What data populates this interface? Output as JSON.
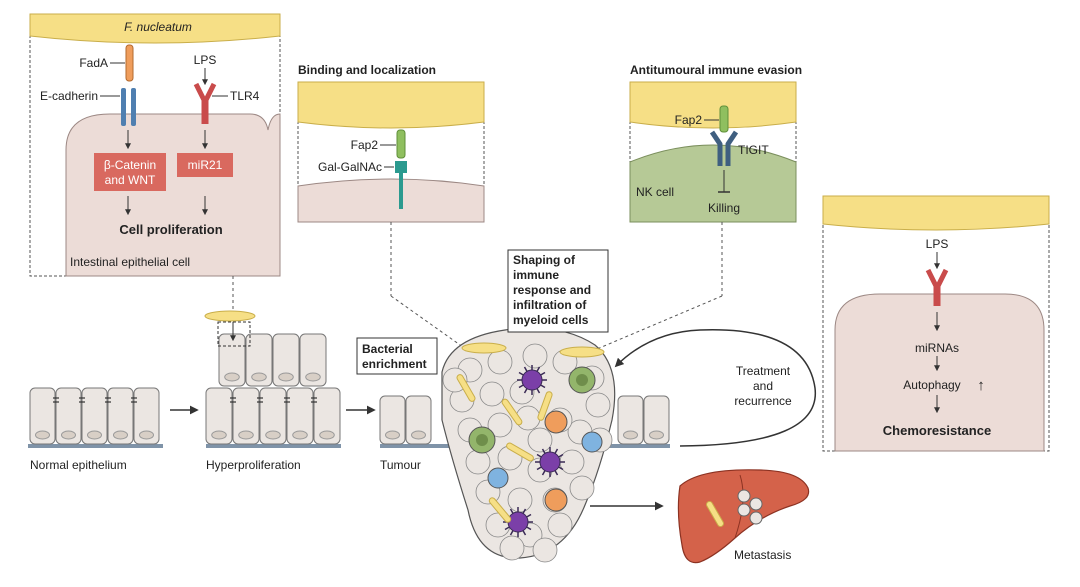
{
  "panel_proliferation": {
    "bacterium": "F. nucleatum",
    "fada": "FadA",
    "lps": "LPS",
    "ecadherin": "E-cadherin",
    "tlr4": "TLR4",
    "catenin_line1": "β-Catenin",
    "catenin_line2": "and WNT",
    "mir21": "miR21",
    "outcome": "Cell proliferation",
    "cell_label": "Intestinal epithelial cell"
  },
  "panel_binding": {
    "title": "Binding and localization",
    "fap2": "Fap2",
    "galgalnac": "Gal-GalNAc"
  },
  "panel_immune": {
    "title": "Antitumoural immune evasion",
    "fap2": "Fap2",
    "tigit": "TIGIT",
    "nk_cell": "NK cell",
    "killing": "Killing"
  },
  "panel_chemo": {
    "lps": "LPS",
    "mirnas": "miRNAs",
    "autophagy": "Autophagy",
    "up_arrow": "↑",
    "outcome": "Chemoresistance"
  },
  "stages": {
    "normal": "Normal epithelium",
    "hyper": "Hyperproliferation",
    "tumour": "Tumour",
    "metastasis": "Metastasis"
  },
  "labels": {
    "enrichment_line1": "Bacterial",
    "enrichment_line2": "enrichment",
    "shaping_line1": "Shaping of",
    "shaping_line2": "immune",
    "shaping_line3": "response and",
    "shaping_line4": "infiltration of",
    "shaping_line5": "myeloid cells",
    "treatment_line1": "Treatment",
    "treatment_line2": "and",
    "treatment_line3": "recurrence"
  },
  "colors": {
    "bacteria": "#f6df86",
    "cell": "#ecdcd7",
    "cell_stroke": "#9c8884",
    "nk_cell": "#b6c996",
    "red_box": "#d9695f",
    "tumour_cell": "#ebe6e2",
    "liver": "#d4624a",
    "receptor_blue": "#4f7fb0",
    "receptor_red": "#c94b4b",
    "fada_orange": "#ef9d5c",
    "fap2_green": "#8fbf5f"
  }
}
